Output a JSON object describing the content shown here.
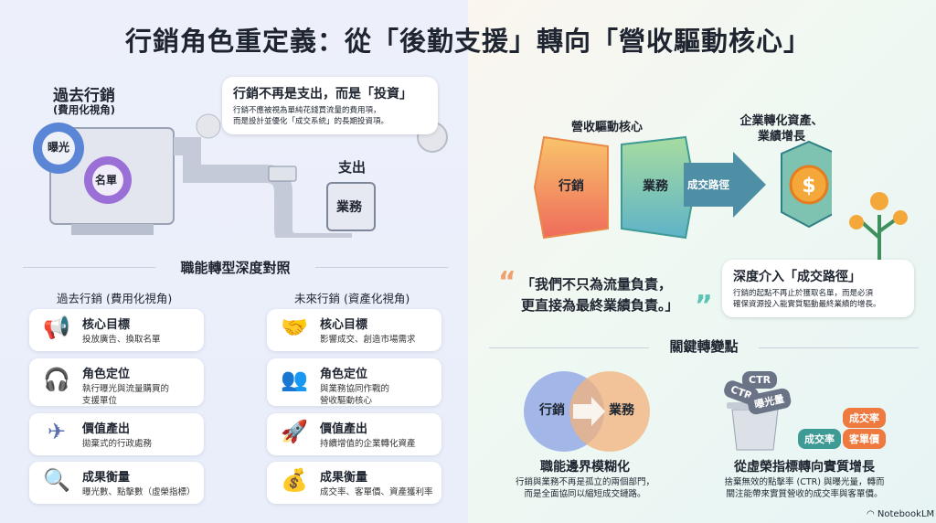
{
  "title": "行銷角色重定義：從「後勤支援」轉向「營收驅動核心」",
  "past": {
    "label": "過去行銷",
    "sub": "(費用化視角)",
    "gear1": "曝光",
    "gear2": "名單",
    "cost_label": "支出",
    "sales_box": "業務"
  },
  "bubble": {
    "title": "行銷不再是支出，而是「投資」",
    "line1": "行銷不應被視為單純花錢買流量的費用項，",
    "line2": "而是設計並優化「成交系統」的長期投資項。"
  },
  "comparison": {
    "heading": "職能轉型深度對照",
    "left_header": "過去行銷 (費用化視角)",
    "right_header": "未來行銷 (資產化視角)",
    "left": [
      {
        "icon": "megaphone-icon",
        "title": "核心目標",
        "desc": "投放廣告、換取名單"
      },
      {
        "icon": "headset-agent-icon",
        "title": "角色定位",
        "desc": "執行曝光與流量購買的\n支援單位"
      },
      {
        "icon": "paper-plane-icon",
        "title": "價值產出",
        "desc": "拋棄式的行政處務"
      },
      {
        "icon": "ctr-magnifier-icon",
        "title": "成果衡量",
        "desc": "曝光數、點擊數（虛榮指標）"
      }
    ],
    "right": [
      {
        "icon": "handshake-icon",
        "title": "核心目標",
        "desc": "影響成交、創造市場需求"
      },
      {
        "icon": "team-gear-icon",
        "title": "角色定位",
        "desc": "與業務協同作戰的\n營收驅動核心"
      },
      {
        "icon": "rocket-icon",
        "title": "價值產出",
        "desc": "持續增值的企業轉化資產"
      },
      {
        "icon": "money-bag-icon",
        "title": "成果衡量",
        "desc": "成交率、客單價、資產獲利率"
      }
    ]
  },
  "core": {
    "label": "營收驅動核心",
    "marketing": "行銷",
    "sales": "業務",
    "path": "成交路徑",
    "result": "企業轉化資產、\n業績增長"
  },
  "quote": {
    "line1": "「我們不只為流量負責，",
    "line2": "更直接為最終業績負責。」"
  },
  "callout": {
    "title": "深度介入「成交路徑」",
    "line1": "行銷的起點不再止於獲取名單，而是必須",
    "line2": "確保資源投入能實質驅動最終業績的增長。"
  },
  "shifts": {
    "heading": "關鍵轉變點",
    "blur": {
      "a": "行銷",
      "b": "業務",
      "title": "職能邊界模糊化",
      "line1": "行銷與業務不再是孤立的兩個部門，",
      "line2": "而是全面協同以縮短成交鏈路。"
    },
    "vanity": {
      "trash_tags": [
        "CTR",
        "CTR",
        "曝光量"
      ],
      "tags": [
        "成交率",
        "成交率",
        "客單價"
      ],
      "title": "從虛榮指標轉向實質增長",
      "line1": "捨棄無效的點擊率 (CTR) 與曝光量，轉而",
      "line2": "關注能帶來實質營收的成交率與客單價。"
    }
  },
  "brand": "NotebookLM",
  "colors": {
    "orange": "#ee7a3f",
    "teal": "#3e9a94",
    "blue": "#5b86d6",
    "purple": "#9a6fd6"
  }
}
